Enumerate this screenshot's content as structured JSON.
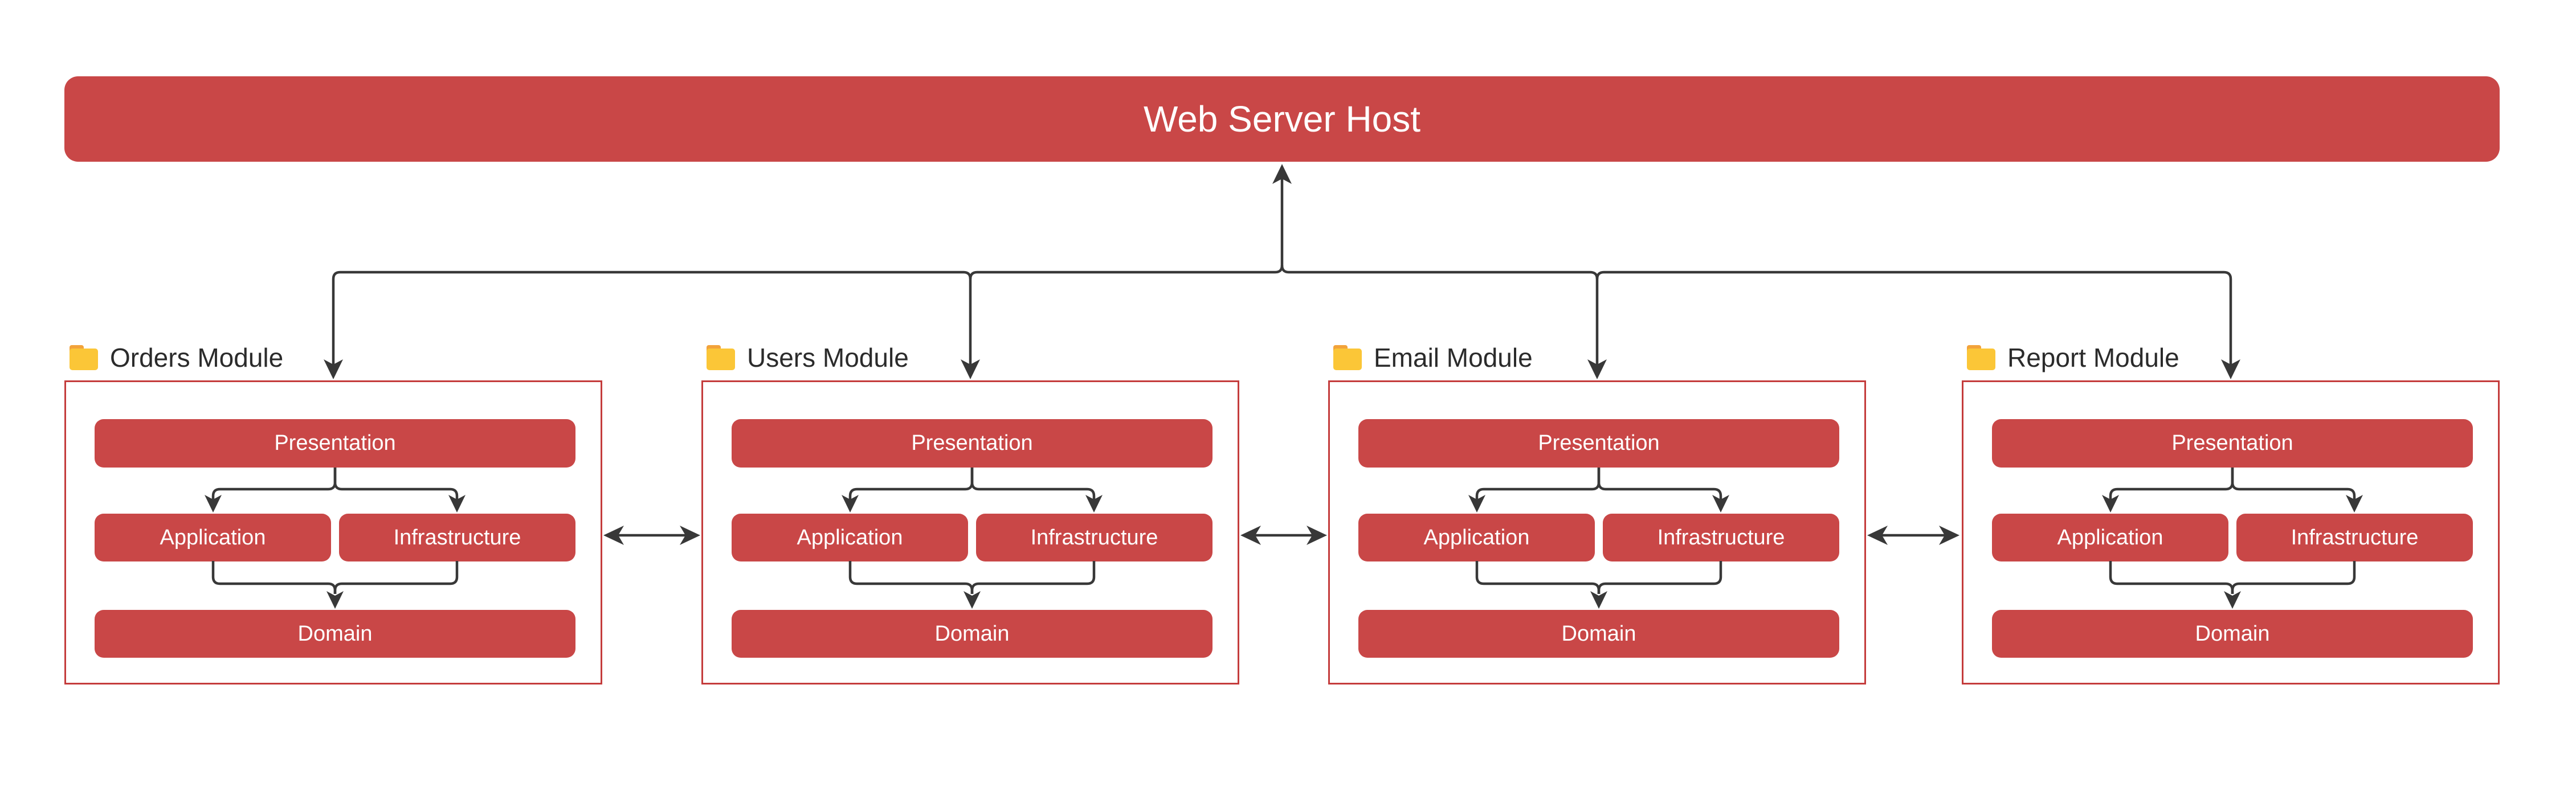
{
  "host": {
    "label": "Web Server Host"
  },
  "modules": [
    {
      "name": "Orders Module",
      "layers": [
        "Presentation",
        "Application",
        "Infrastructure",
        "Domain"
      ]
    },
    {
      "name": "Users Module",
      "layers": [
        "Presentation",
        "Application",
        "Infrastructure",
        "Domain"
      ]
    },
    {
      "name": "Email Module",
      "layers": [
        "Presentation",
        "Application",
        "Infrastructure",
        "Domain"
      ]
    },
    {
      "name": "Report Module",
      "layers": [
        "Presentation",
        "Application",
        "Infrastructure",
        "Domain"
      ]
    }
  ],
  "edges": {
    "host_links": [
      "Orders Module ↔ Web Server Host",
      "Users Module ↔ Web Server Host",
      "Email Module ↔ Web Server Host",
      "Report Module ↔ Web Server Host"
    ],
    "module_links": [
      "Orders Module ↔ Users Module",
      "Users Module ↔ Email Module",
      "Email Module ↔ Report Module"
    ],
    "internal_flows": [
      "Presentation → Application",
      "Presentation → Infrastructure",
      "Application → Domain",
      "Infrastructure → Domain"
    ]
  },
  "icons": {
    "module_label_icon": "folder-icon"
  },
  "colors": {
    "node_red": "#C94747",
    "container_border": "#C43C3C",
    "connector_dark": "#383838",
    "label_text": "#2B2B2B",
    "node_text": "#FFFFFF",
    "folder_body": "#FBC637",
    "folder_tab": "#F2A33B",
    "background": "#FFFFFF"
  }
}
